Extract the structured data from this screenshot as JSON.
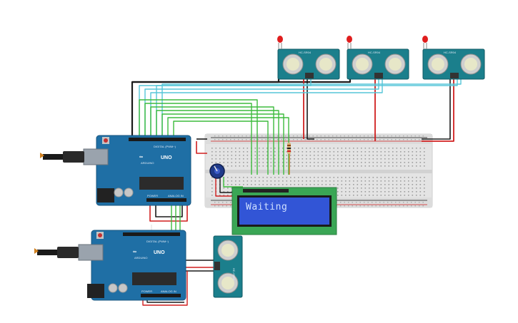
{
  "scene": {
    "lcd": {
      "text": "Waiting"
    },
    "arduino_top": {
      "brand": "ARDUINO",
      "model": "UNO",
      "header_label": "DIGITAL (PWM~)",
      "power_label": "POWER",
      "analog_label": "ANALOG IN"
    },
    "arduino_bottom": {
      "brand": "ARDUINO",
      "model": "UNO",
      "header_label": "DIGITAL (PWM~)",
      "power_label": "POWER",
      "analog_label": "ANALOG IN"
    },
    "sensors": [
      {
        "label": "HC-SR04"
      },
      {
        "label": "HC-SR04"
      },
      {
        "label": "HC-SR04"
      },
      {
        "label": "HC-SR04"
      }
    ]
  },
  "colors": {
    "arduino_blue": "#1f6fa5",
    "breadboard": "#e3e3e3",
    "lcd_green": "#3aa655",
    "lcd_screen": "#3255d6",
    "sensor_teal": "#1b7f8c",
    "wire_green": "#3dbb3d",
    "wire_red": "#d01f1f",
    "wire_black": "#1a1a1a",
    "wire_cyan": "#56c6d8"
  }
}
